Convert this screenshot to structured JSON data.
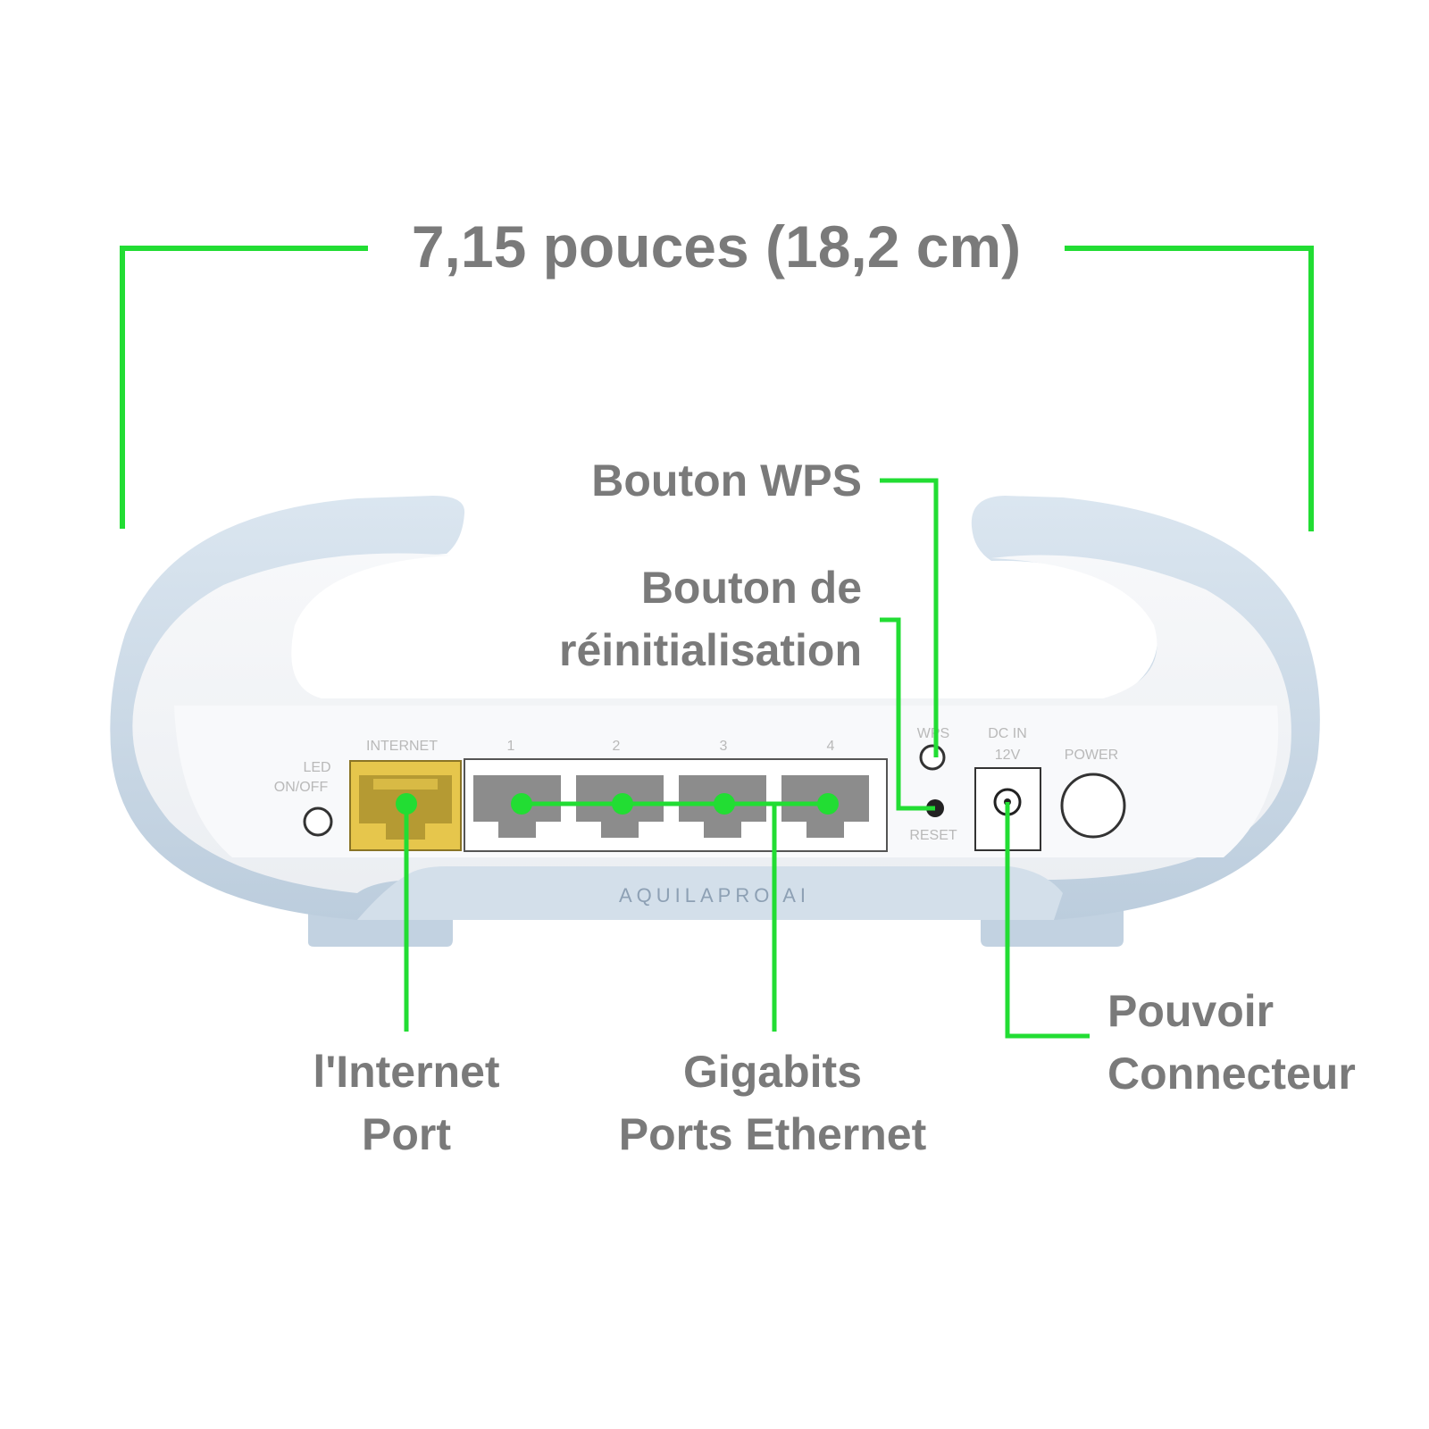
{
  "dimension": {
    "label": "7,15 pouces (18,2 cm)"
  },
  "callouts": {
    "wps": {
      "line1": "Bouton WPS"
    },
    "reset": {
      "line1": "Bouton de",
      "line2": "réinitialisation"
    },
    "internet": {
      "line1": "l'Internet",
      "line2": "Port"
    },
    "ethernet": {
      "line1": "Gigabits",
      "line2": "Ports Ethernet"
    },
    "power": {
      "line1": "Pouvoir",
      "line2": "Connecteur"
    }
  },
  "device": {
    "brand": "AQUILAPRO AI",
    "led_label_1": "LED",
    "led_label_2": "ON/OFF",
    "internet_label": "INTERNET",
    "ports": [
      "1",
      "2",
      "3",
      "4"
    ],
    "wps_label": "WPS",
    "reset_label": "RESET",
    "dc_label_1": "DC IN",
    "dc_label_2": "12V",
    "power_label": "POWER"
  },
  "colors": {
    "accent": "#22dd33",
    "text": "#7a7a7a",
    "shell": "#c9d8e6",
    "body": "#f4f6f8",
    "internet_port": "#e6c64c"
  }
}
